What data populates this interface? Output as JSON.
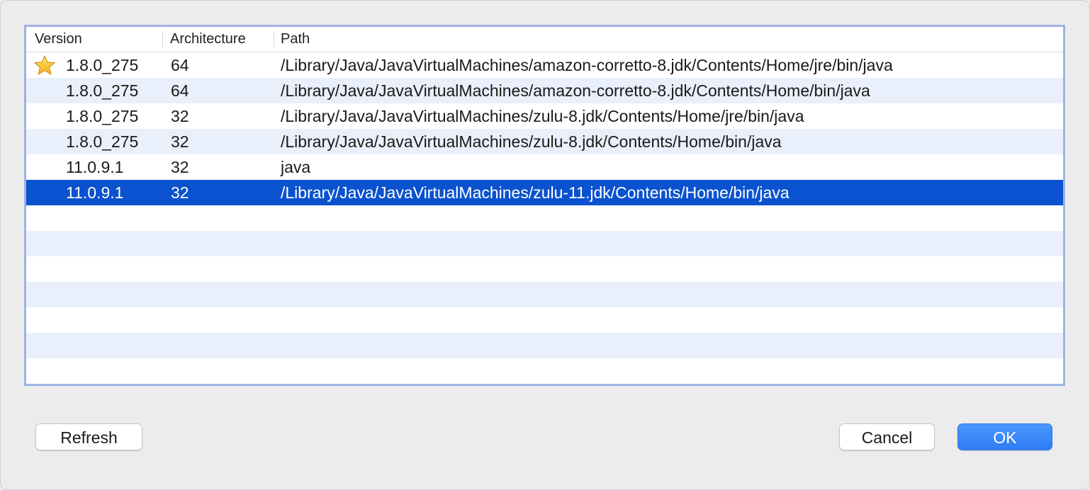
{
  "table": {
    "columns": {
      "version": "Version",
      "architecture": "Architecture",
      "path": "Path"
    },
    "rows": [
      {
        "version": "1.8.0_275",
        "architecture": "64",
        "path": "/Library/Java/JavaVirtualMachines/amazon-corretto-8.jdk/Contents/Home/jre/bin/java",
        "icon": "star-icon",
        "selected": false
      },
      {
        "version": "1.8.0_275",
        "architecture": "64",
        "path": "/Library/Java/JavaVirtualMachines/amazon-corretto-8.jdk/Contents/Home/bin/java",
        "icon": null,
        "selected": false
      },
      {
        "version": "1.8.0_275",
        "architecture": "32",
        "path": "/Library/Java/JavaVirtualMachines/zulu-8.jdk/Contents/Home/jre/bin/java",
        "icon": null,
        "selected": false
      },
      {
        "version": "1.8.0_275",
        "architecture": "32",
        "path": "/Library/Java/JavaVirtualMachines/zulu-8.jdk/Contents/Home/bin/java",
        "icon": null,
        "selected": false
      },
      {
        "version": "11.0.9.1",
        "architecture": "32",
        "path": "java",
        "icon": null,
        "selected": false
      },
      {
        "version": "11.0.9.1",
        "architecture": "32",
        "path": "/Library/Java/JavaVirtualMachines/zulu-11.jdk/Contents/Home/bin/java",
        "icon": null,
        "selected": true
      }
    ]
  },
  "buttons": {
    "refresh": "Refresh",
    "cancel": "Cancel",
    "ok": "OK"
  },
  "colors": {
    "selection": "#0a52cf",
    "stripe": "#e9f0fb",
    "table_focus_border": "#9fb2e2",
    "primary_button": "#3a86f8"
  }
}
